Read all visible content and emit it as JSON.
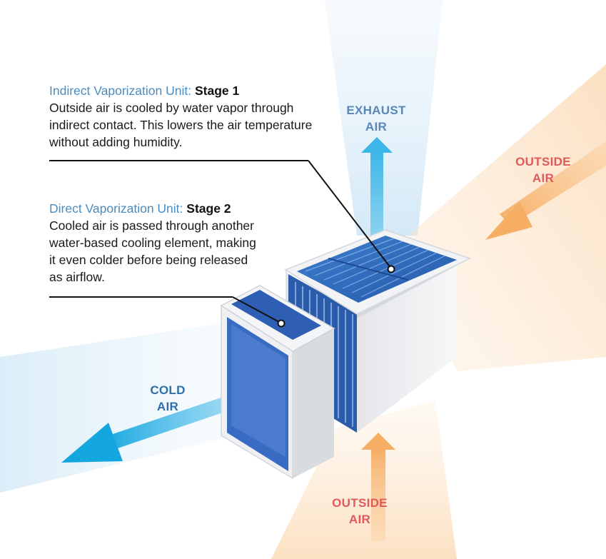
{
  "callouts": {
    "stage1": {
      "unit": "Indirect Vaporization Unit:",
      "stage": "Stage 1",
      "description": "Outside air is cooled by water vapor through indirect contact. This lowers the air temperature without adding humidity."
    },
    "stage2": {
      "unit": "Direct Vaporization Unit:",
      "stage": "Stage 2",
      "description": "Cooled air is passed through another water-based cooling element, making it even colder before being released as airflow."
    }
  },
  "airflows": {
    "exhaust": {
      "line1": "EXHAUST",
      "line2": "AIR"
    },
    "outside_top": {
      "line1": "OUTSIDE",
      "line2": "AIR"
    },
    "outside_bottom": {
      "line1": "OUTSIDE",
      "line2": "AIR"
    },
    "cold": {
      "line1": "COLD",
      "line2": "AIR"
    }
  },
  "colors": {
    "heading_blue": "#4a8cc0",
    "exhaust_label": "#5b87b8",
    "outside_label": "#e05a5a",
    "cold_label": "#2f6fa8",
    "warm_flow": "#fde3c4",
    "cold_flow": "#d8ecf8",
    "panel_blue": "#2a63b8",
    "cold_arrow": "#14a6df",
    "warm_arrow": "#f6b06a"
  }
}
